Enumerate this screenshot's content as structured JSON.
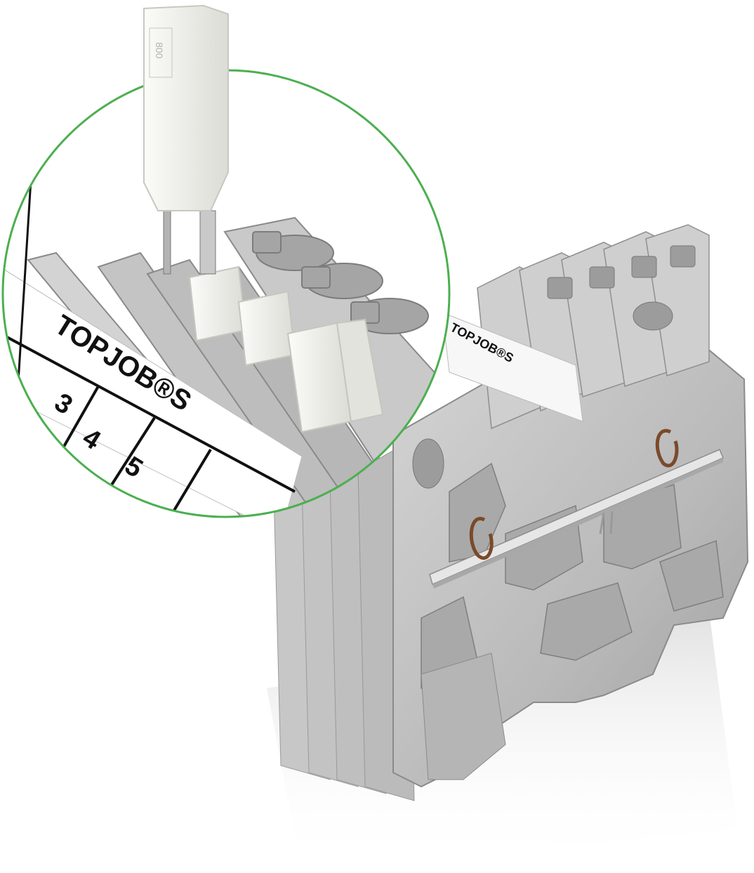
{
  "product": {
    "brand_marking": "TOPJOB®S",
    "marker_numbers": [
      "3",
      "4",
      "5"
    ],
    "jumper_marking": "800"
  },
  "colors": {
    "background": "#ffffff",
    "housing_gray": "#bdbdbd",
    "housing_shadow": "#8f8f8f",
    "jumper_white": "#f2f2ef",
    "zoom_circle": "#4caf50",
    "spring_copper": "#7a4a2a"
  },
  "icons": {
    "zoom_circle": "magnifier-circle-icon"
  }
}
